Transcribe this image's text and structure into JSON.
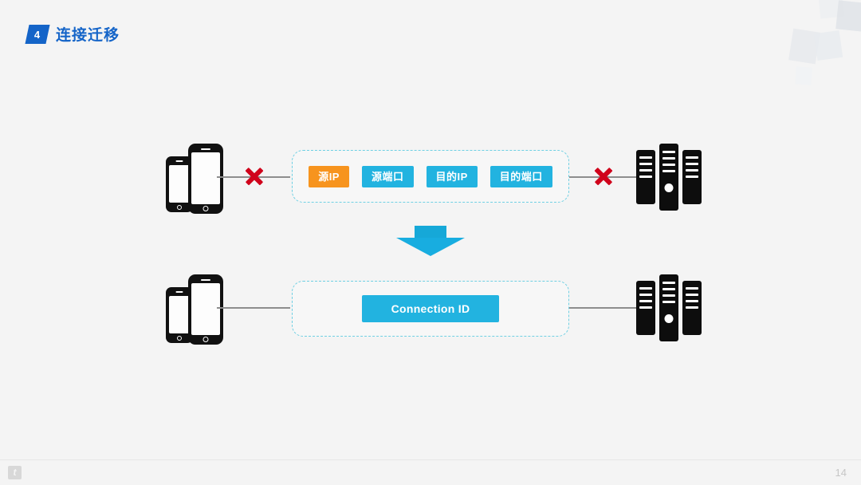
{
  "slide": {
    "background_color": "#f4f4f4",
    "header": {
      "badge_number": "4",
      "badge_color": "#1464c8",
      "title": "连接迁移",
      "title_color": "#1464c8"
    },
    "footer": {
      "logo_glyph": "t",
      "page_number": "14"
    },
    "decoration": {
      "name": "corner-squares",
      "color": "#e3e6e9"
    }
  },
  "diagram": {
    "top_row": {
      "left_device": "mobile-phones",
      "right_device": "server-stack",
      "left_link_blocked": true,
      "right_link_blocked": true,
      "blocked_marker": "red-x",
      "blocked_marker_color": "#d0021b",
      "panel": {
        "border_color": "#6fd0e3",
        "tags": [
          {
            "label": "源IP",
            "color": "#f7941e"
          },
          {
            "label": "源端口",
            "color": "#22b3e0"
          },
          {
            "label": "目的IP",
            "color": "#22b3e0"
          },
          {
            "label": "目的端口",
            "color": "#22b3e0"
          }
        ]
      }
    },
    "transition_arrow": {
      "direction": "down",
      "color": "#18ade0"
    },
    "bottom_row": {
      "left_device": "mobile-phones",
      "right_device": "server-stack",
      "left_link_blocked": false,
      "right_link_blocked": false,
      "panel": {
        "border_color": "#6fd0e3",
        "tags": [
          {
            "label": "Connection ID",
            "color": "#22b3e0"
          }
        ]
      }
    }
  }
}
